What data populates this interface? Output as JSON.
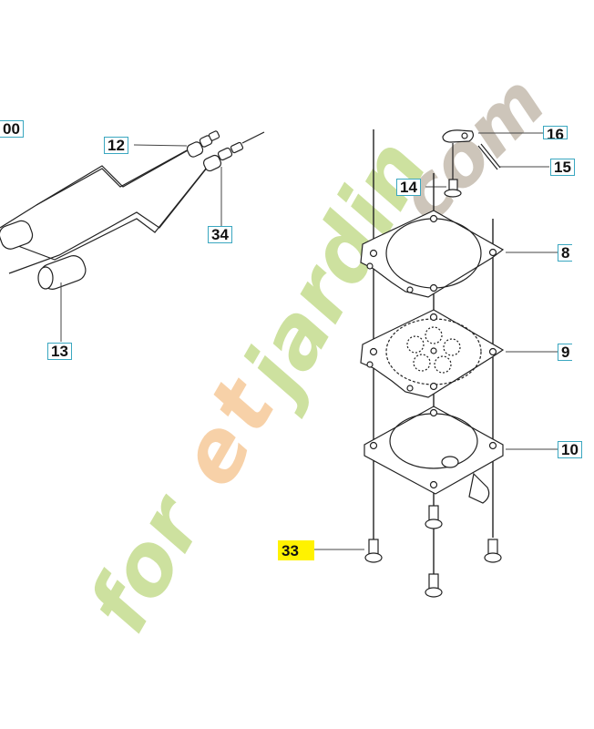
{
  "diagram": {
    "type": "exploded-parts-diagram",
    "subject": "carburetor pump section and ignition wires",
    "watermark": {
      "text": "foretjardin.com",
      "colors": {
        "foret": "#c5dc8f",
        "t": "#f6c99a",
        "jardin": "#c5dc8f",
        "dot_com": "#c8bfb3"
      }
    },
    "colors": {
      "label_border": "#3aa7c0",
      "highlight": "#fff200",
      "line": "#222222"
    },
    "labels": [
      {
        "id": "12",
        "text": "12",
        "part": "connector (wire end)"
      },
      {
        "id": "34",
        "text": "34",
        "part": "connector (wire end)"
      },
      {
        "id": "13",
        "text": "13",
        "part": "plug connector"
      },
      {
        "id": "16",
        "text": "16",
        "part": "lever/clip"
      },
      {
        "id": "15",
        "text": "15",
        "part": "pin"
      },
      {
        "id": "14",
        "text": "14",
        "part": "screw"
      },
      {
        "id": "8",
        "text": "8",
        "part": "gasket"
      },
      {
        "id": "9",
        "text": "9",
        "part": "diaphragm"
      },
      {
        "id": "10",
        "text": "10",
        "part": "pump cover"
      },
      {
        "id": "33",
        "text": "33",
        "part": "screw",
        "highlighted": true
      }
    ],
    "corner_fragment": "00"
  }
}
